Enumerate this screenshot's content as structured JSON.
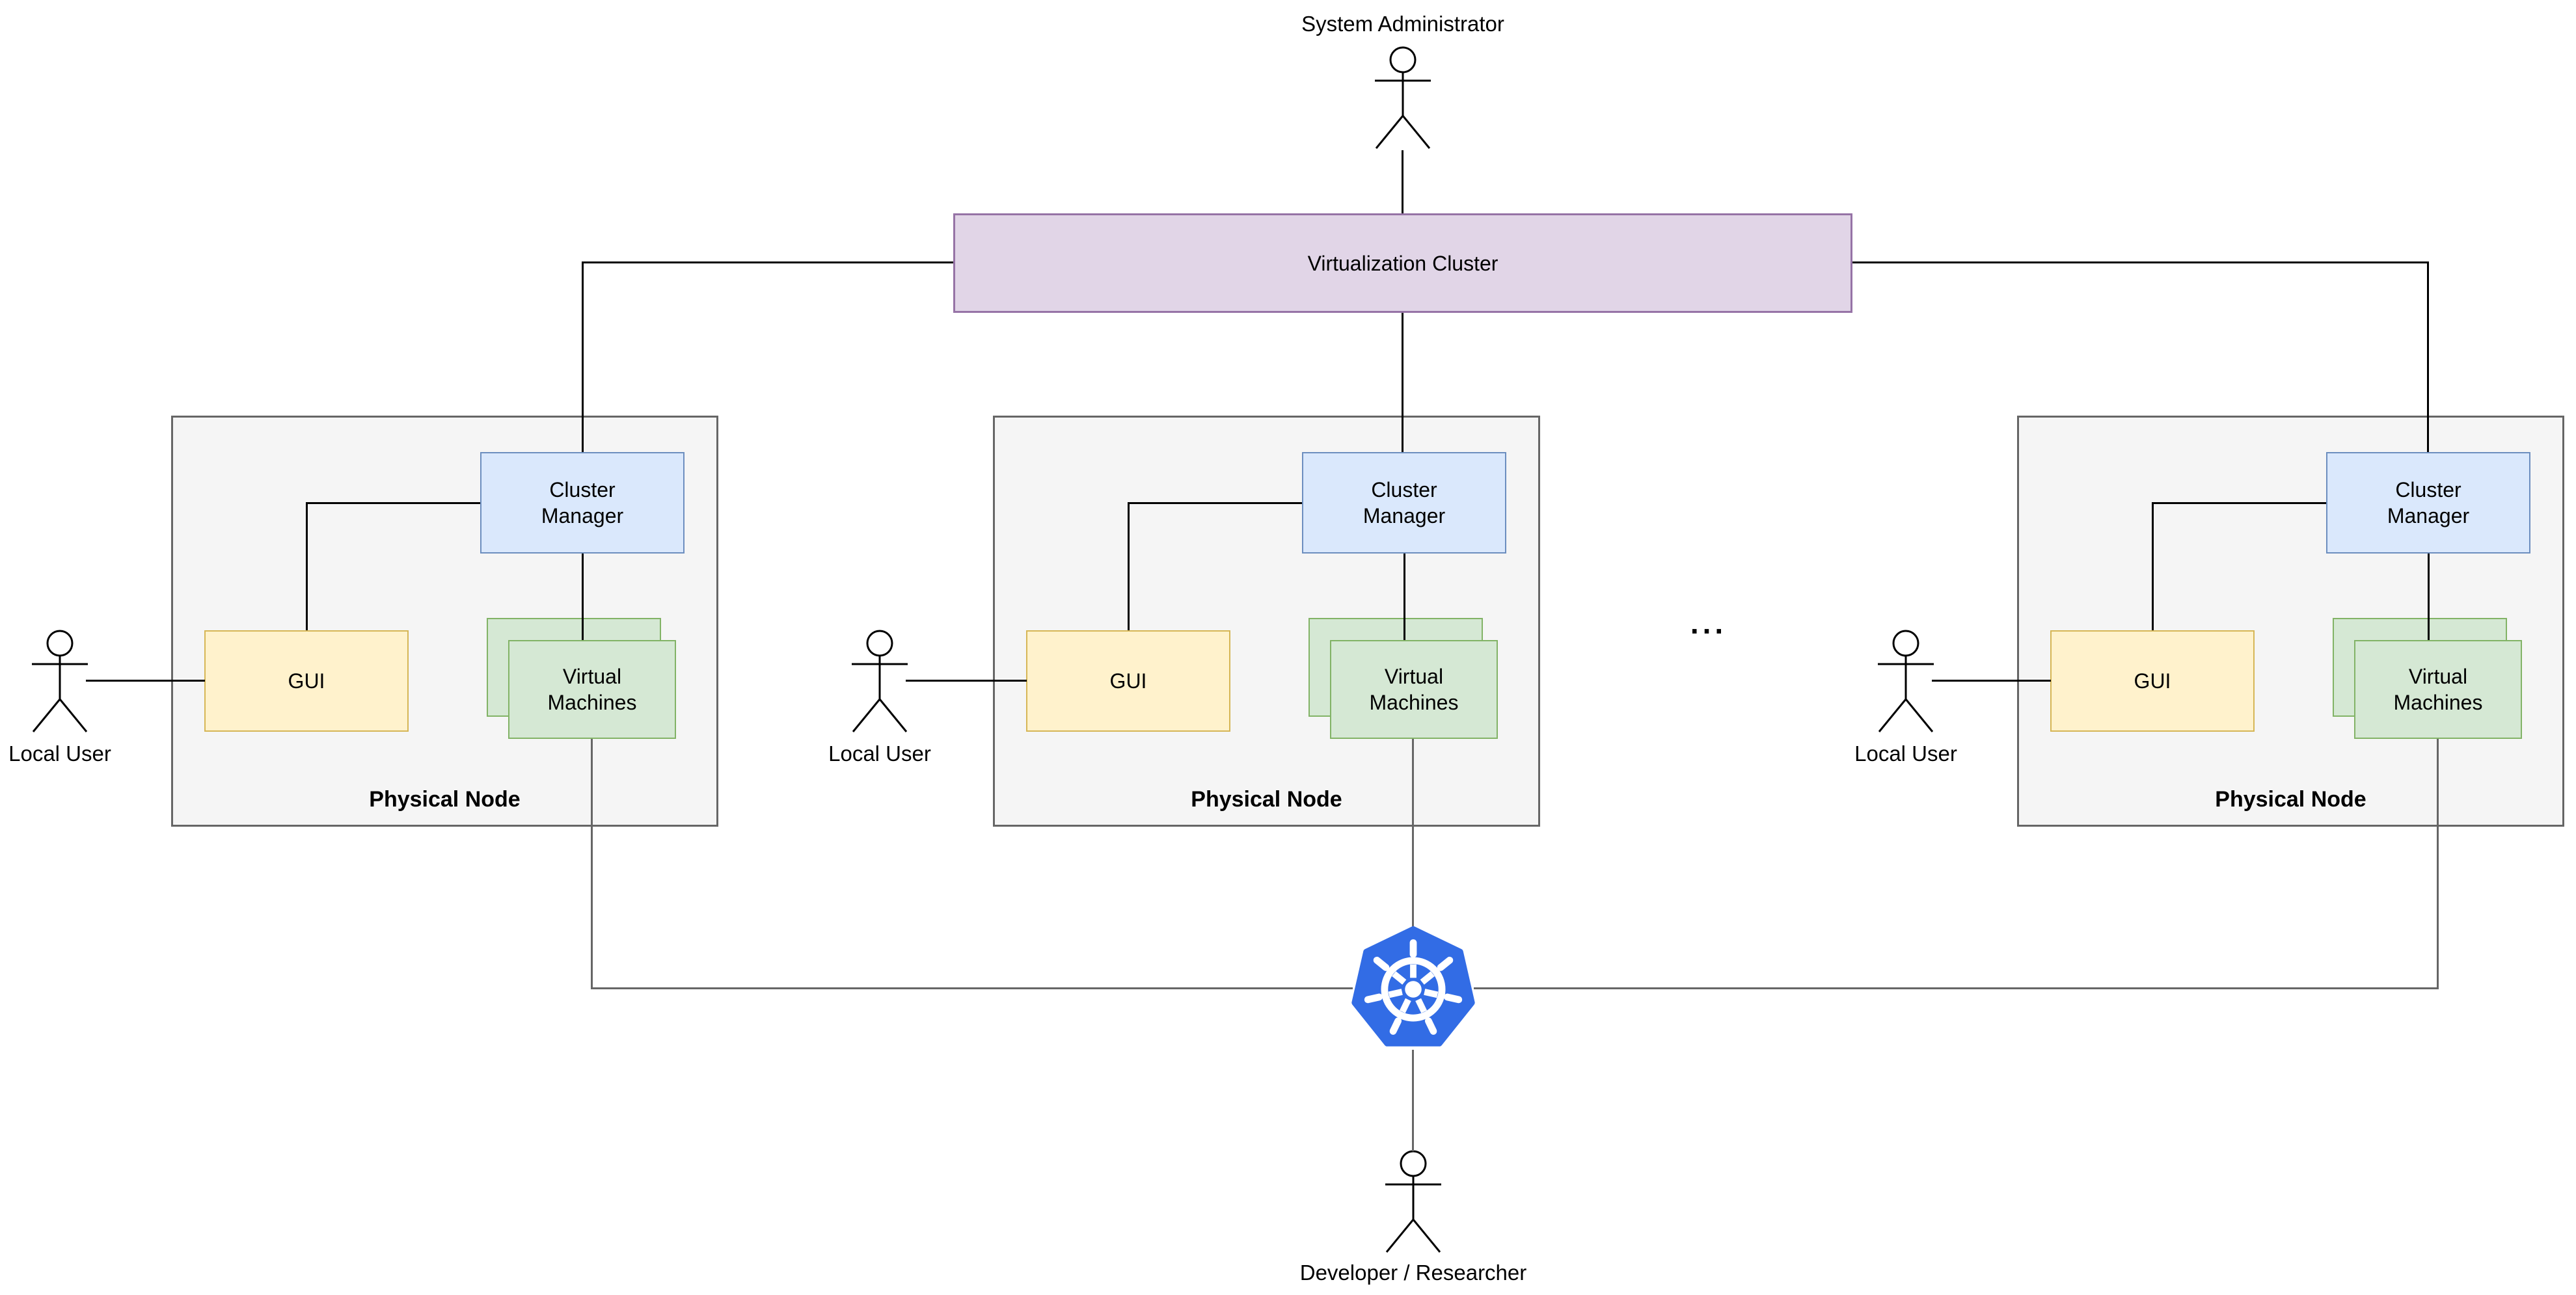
{
  "diagram": {
    "system_administrator": "System Administrator",
    "virtualization_cluster": "Virtualization Cluster",
    "nodes": [
      {
        "title": "Physical Node",
        "cluster_manager": "Cluster\nManager",
        "gui": "GUI",
        "virtual_machines": "Virtual\nMachines",
        "local_user": "Local User"
      },
      {
        "title": "Physical Node",
        "cluster_manager": "Cluster\nManager",
        "gui": "GUI",
        "virtual_machines": "Virtual\nMachines",
        "local_user": "Local User"
      },
      {
        "title": "Physical Node",
        "cluster_manager": "Cluster\nManager",
        "gui": "GUI",
        "virtual_machines": "Virtual\nMachines",
        "local_user": "Local User"
      }
    ],
    "ellipsis": "...",
    "developer_researcher": "Developer / Researcher",
    "kubernetes_icon": "kubernetes-icon"
  },
  "colors": {
    "vc-fill": "#e1d5e7",
    "vc-stroke": "#9673a6",
    "cm-fill": "#dae8fc",
    "cm-stroke": "#6c8ebf",
    "gui-fill": "#fff2cc",
    "gui-stroke": "#d6b656",
    "vm-fill": "#d5e8d4",
    "vm-stroke": "#82b366",
    "node-fill": "#f5f5f5",
    "node-stroke": "#666666",
    "k8s-blue": "#326ce5",
    "line-black": "#000000",
    "line-gray": "#666666"
  }
}
